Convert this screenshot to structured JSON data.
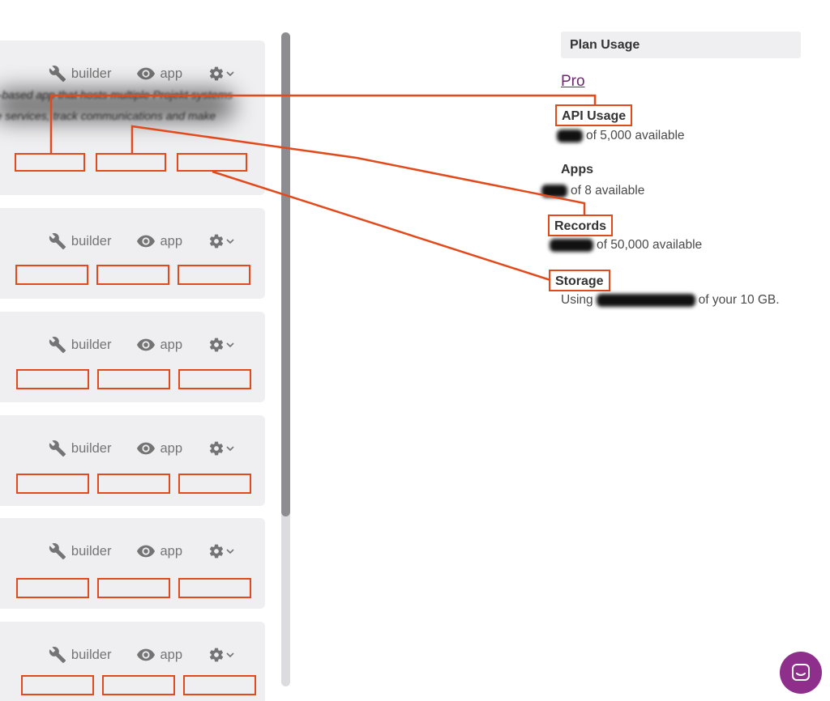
{
  "app_cards": [
    {
      "builder_label": "builder",
      "app_label": "app",
      "description_line1": "p-based app that hosts multiple Projekt systems",
      "description_line2": "re services, track communications and make"
    },
    {
      "builder_label": "builder",
      "app_label": "app"
    },
    {
      "builder_label": "builder",
      "app_label": "app"
    },
    {
      "builder_label": "builder",
      "app_label": "app"
    },
    {
      "builder_label": "builder",
      "app_label": "app"
    },
    {
      "builder_label": "builder",
      "app_label": "app"
    }
  ],
  "plan": {
    "header": "Plan Usage",
    "plan_name": "Pro",
    "api": {
      "title": "API Usage",
      "suffix": "of 5,000 available"
    },
    "apps": {
      "title": "Apps",
      "suffix": "of 8 available"
    },
    "records": {
      "title": "Records",
      "suffix": "of 50,000 available"
    },
    "storage": {
      "title": "Storage",
      "prefix": "Using",
      "suffix": "of your 10 GB."
    }
  },
  "colors": {
    "highlight": "#e24a1c",
    "link": "#6a2a6d",
    "intercom": "#8e2f8c"
  },
  "icons": [
    "wrench-icon",
    "eye-icon",
    "gear-icon",
    "chevron-down-icon",
    "chat-icon"
  ]
}
